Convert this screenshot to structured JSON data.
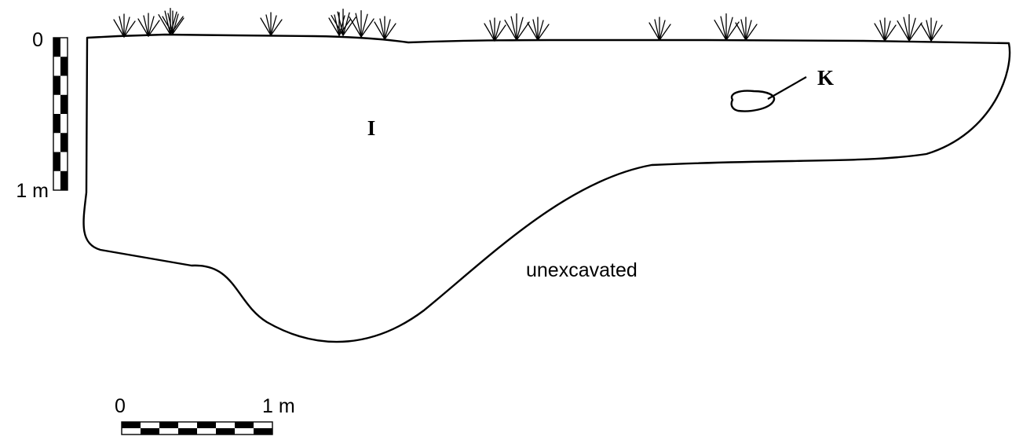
{
  "vertical_scale": {
    "top_label": "0",
    "bottom_label": "1 m",
    "segments": [
      "dark",
      "light",
      "dark",
      "light",
      "dark",
      "light",
      "dark",
      "light"
    ]
  },
  "horizontal_scale": {
    "left_label": "0",
    "right_label": "1 m",
    "segments": [
      "dark",
      "light",
      "dark",
      "light",
      "dark",
      "light",
      "dark",
      "light"
    ]
  },
  "layers": {
    "main_fill": "I",
    "feature": "K"
  },
  "labels": {
    "unexcavated": "unexcavated"
  },
  "surface_vegetation": {
    "icon": "grass-tuft-icon",
    "tuft_count": 18
  },
  "colors": {
    "ink": "#000000",
    "paper": "#ffffff"
  }
}
